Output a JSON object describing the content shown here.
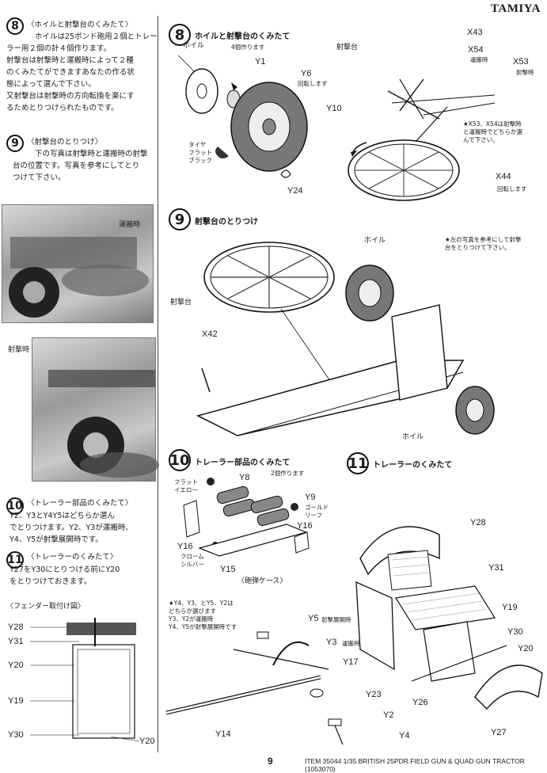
{
  "header": {
    "brand": "TAMIYA"
  },
  "left": {
    "step8": {
      "num": "8",
      "text": [
        "〈ホイルと射撃台のくみたて〉",
        "ホイルは25ポンド砲用２個とトレー",
        "ラー用２個の計４個作ります。",
        "射撃台は射撃時と運搬時によって２種",
        "のくみたてができますあなたの作る状",
        "態によって選んで下さい。",
        "又射撃台は射撃時の方向転換を楽にす",
        "るためとりつけられたものです。"
      ]
    },
    "step9": {
      "num": "9",
      "text": [
        "〈射撃台のとりつけ〉",
        "下の写真は射撃時と運搬時の射撃",
        "台の位置です。写真を参考にしてとり",
        "つけて下さい。"
      ]
    },
    "photo1_label": "運搬時",
    "photo2_label": "射撃時",
    "step10": {
      "num": "10",
      "text": [
        "〈トレーラー部品のくみたて〉",
        "Y2、Y3とY4Y5はどちらか選ん",
        "でとりつけます。Y2、Y3が運搬時、",
        "Y4、Y5が射撃展開時です。"
      ]
    },
    "step11": {
      "num": "11",
      "text": [
        "〈トレーラーのくみたて〉",
        "Y27をY30にとりつける前にY20",
        "をとりつけておきます。"
      ]
    },
    "fender_title": "〈フェンダー取付け図〉",
    "fender_parts": [
      "Y28",
      "Y31",
      "Y20",
      "Y19",
      "Y30",
      "Y20"
    ]
  },
  "right": {
    "step8": {
      "num": "8",
      "title": "ホイルと射撃台のくみたて",
      "wheel_label": "ホイル",
      "wheel_qty": "4個作ります",
      "platform_label": "射撃台",
      "parts": [
        "Y1",
        "Y6",
        "Y10",
        "Y24",
        "X43",
        "X54",
        "X53",
        "X44"
      ],
      "notes": {
        "y6": "回転します",
        "x54": "運搬時",
        "x53": "射撃時",
        "x44": "回転します",
        "tire": [
          "タイヤ",
          "フラット",
          "ブラック"
        ],
        "choose": [
          "★X53、X54は射撃時",
          "と運搬時でどちらか選",
          "んで下さい。"
        ]
      }
    },
    "step9": {
      "num": "9",
      "title": "射撃台のとりつけ",
      "platform_label": "射撃台",
      "wheel_label": "ホイル",
      "wheel2_label": "ホイル",
      "part": "X42",
      "note": [
        "★左の写真を参考にして射撃",
        "台をとりつけて下さい。"
      ]
    },
    "step10": {
      "num": "10",
      "title": "トレーラー部品のくみたて",
      "qty": "2個作ります",
      "parts": [
        "Y8",
        "Y9",
        "Y16",
        "Y16",
        "Y15"
      ],
      "colors": {
        "flat_yellow": [
          "フラット",
          "イエロー"
        ],
        "gold_leaf": [
          "ゴールド",
          "リーフ"
        ],
        "chrome_silver": [
          "クローム",
          "シルバー"
        ]
      },
      "caption": "〈砲弾ケース〉"
    },
    "step11": {
      "num": "11",
      "title": "トレーラーのくみたて",
      "parts": [
        "Y28",
        "Y31",
        "Y19",
        "Y30",
        "Y20",
        "Y26",
        "Y27"
      ]
    },
    "lower": {
      "note": [
        "★Y4、Y3、とY5、Y2は",
        "どちらか選びます",
        "Y3、Y2が運搬時",
        "Y4、Y5が射撃展開時です"
      ],
      "parts": [
        "Y5",
        "Y3",
        "Y17",
        "Y23",
        "Y2",
        "Y4",
        "Y14"
      ],
      "y5_note": "射撃展開時",
      "y3_note": "運搬時"
    }
  },
  "footer": {
    "item": "ITEM 35044  1/35 BRITISH 25PDR.FIELD GUN & QUAD GUN TRACTOR (1053070)",
    "page": "9"
  }
}
